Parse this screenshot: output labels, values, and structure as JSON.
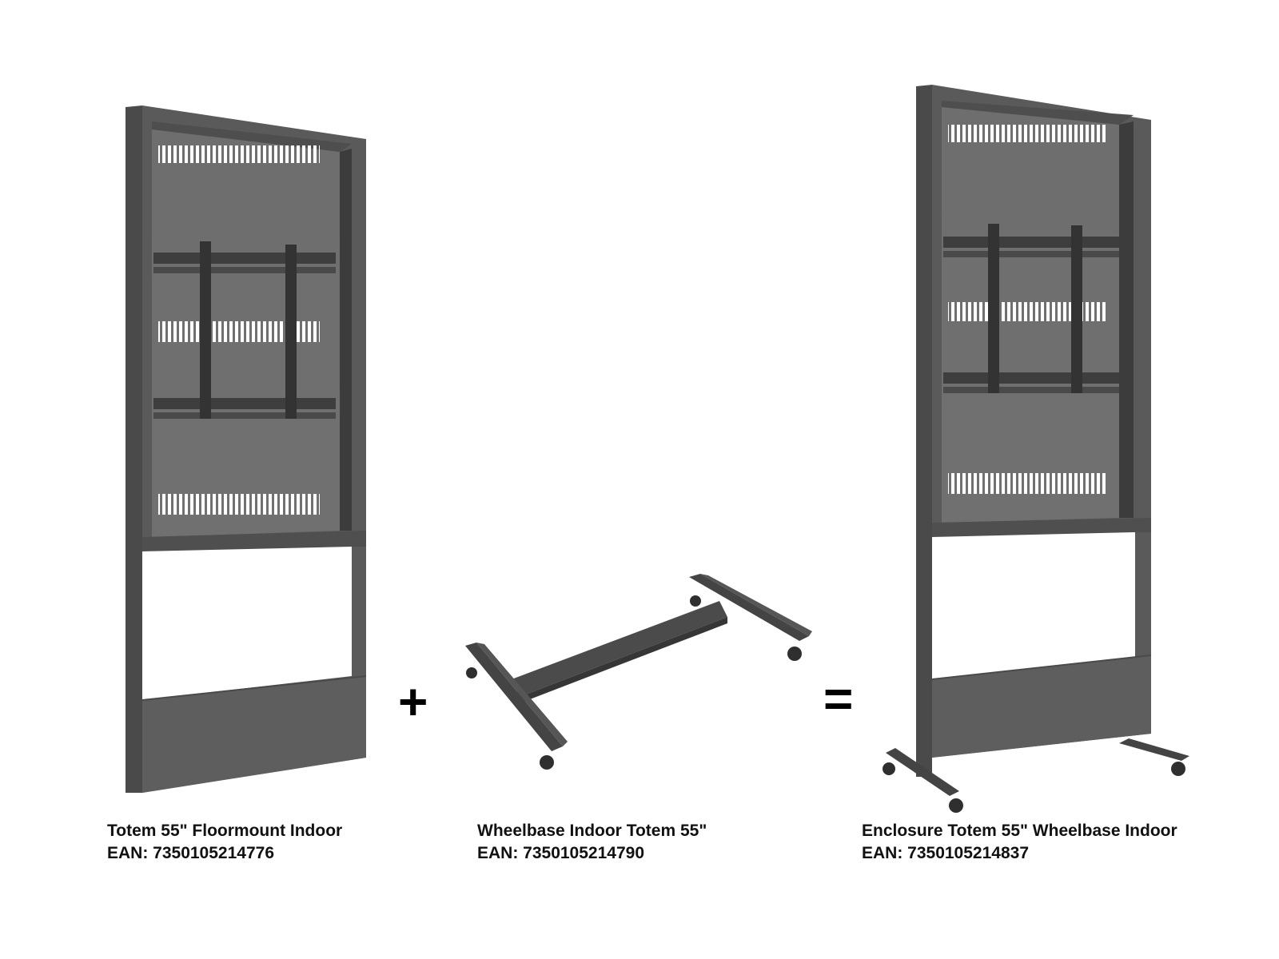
{
  "colors": {
    "frame": "#5c5c5c",
    "frame_dark": "#3f3f3f",
    "panel": "#6b6b6b",
    "vent": "#ffffff",
    "text": "#111111"
  },
  "products": [
    {
      "name": "Totem 55\" Floormount Indoor",
      "ean": "EAN: 7350105214776"
    },
    {
      "name": "Wheelbase Indoor Totem 55\"",
      "ean": "EAN: 7350105214790"
    },
    {
      "name": "Enclosure Totem 55\" Wheelbase Indoor",
      "ean": "EAN: 7350105214837"
    }
  ],
  "operators": {
    "plus": "+",
    "equals": "="
  },
  "icons": {
    "plus": "plus-icon",
    "equals": "equals-icon"
  }
}
